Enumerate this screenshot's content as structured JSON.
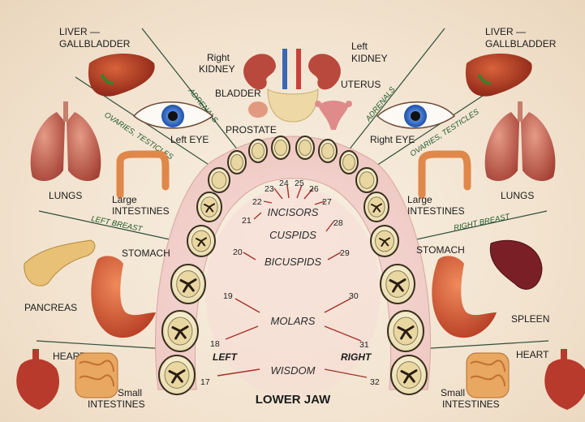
{
  "title": "LOWER JAW",
  "side_left": "LEFT",
  "side_right": "RIGHT",
  "categories": {
    "incisors": "INCISORS",
    "cuspids": "CUSPIDS",
    "bicuspids": "BICUSPIDS",
    "molars": "MOLARS",
    "wisdom": "WISDOM"
  },
  "tooth_numbers": [
    "17",
    "18",
    "19",
    "20",
    "21",
    "22",
    "23",
    "24",
    "25",
    "26",
    "27",
    "28",
    "29",
    "30",
    "31",
    "32"
  ],
  "left_organs": {
    "liver_line1": "LIVER —",
    "liver_line2": "GALLBLADDER",
    "lungs": "LUNGS",
    "large_int_1": "Large",
    "large_int_2": "INTESTINES",
    "stomach": "STOMACH",
    "pancreas": "PANCREAS",
    "heart": "HEART",
    "small_int_1": "Small",
    "small_int_2": "INTESTINES",
    "eye": "Left EYE",
    "kidney_1": "Right",
    "kidney_2": "KIDNEY",
    "bladder": "BLADDER",
    "prostate": "PROSTATE"
  },
  "right_organs": {
    "liver_line1": "LIVER —",
    "liver_line2": "GALLBLADDER",
    "lungs": "LUNGS",
    "large_int_1": "Large",
    "large_int_2": "INTESTINES",
    "stomach": "STOMACH",
    "spleen": "SPLEEN",
    "heart": "HEART",
    "small_int_1": "Small",
    "small_int_2": "INTESTINES",
    "eye": "Right EYE",
    "kidney_1": "Left",
    "kidney_2": "KIDNEY",
    "uterus": "UTERUS"
  },
  "line_labels": {
    "adrenals": "ADRENALS",
    "ovaries": "OVARIES, TESTICLES",
    "left_breast": "LEFT  BREAST",
    "right_breast": "RIGHT  BREAST"
  }
}
